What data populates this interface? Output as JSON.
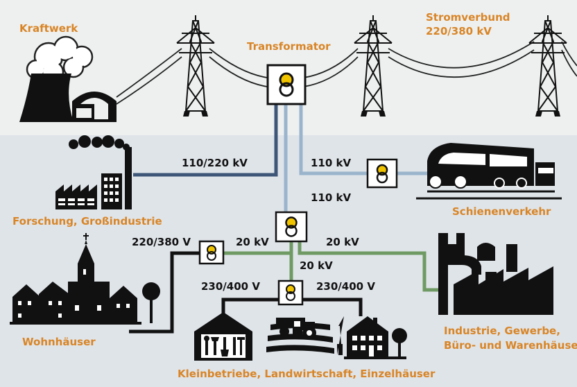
{
  "labels": {
    "kraftwerk": "Kraftwerk",
    "transformator": "Transformator",
    "stromverbund_line1": "Stromverbund",
    "stromverbund_line2": "220/380 kV",
    "forschung": "Forschung, Großindustrie",
    "schienenverkehr": "Schienenverkehr",
    "wohnhaeuser": "Wohnhäuser",
    "industrie_line1": "Industrie, Gewerbe,",
    "industrie_line2": "Büro- und Warenhäuser",
    "kleinbetriebe": "Kleinbetriebe, Landwirtschaft, Einzelhäuser"
  },
  "voltages": {
    "v_110_220kv": "110/220 kV",
    "v_110kv_rail": "110 kV",
    "v_110kv_down": "110 kV",
    "v_220_380v": "220/380 V",
    "v_20kv_left": "20 kV",
    "v_20kv_right": "20 kV",
    "v_20kv_down": "20 kV",
    "v_230_400v_left": "230/400 V",
    "v_230_400v_right": "230/400 V"
  },
  "colors": {
    "label_orange": "#d98526",
    "line_110_220kv": "#3e5677",
    "line_110kv": "#9ab4cc",
    "line_20kv": "#6f9a63",
    "line_low_voltage": "#111111",
    "transformer_yellow": "#f1c400"
  }
}
